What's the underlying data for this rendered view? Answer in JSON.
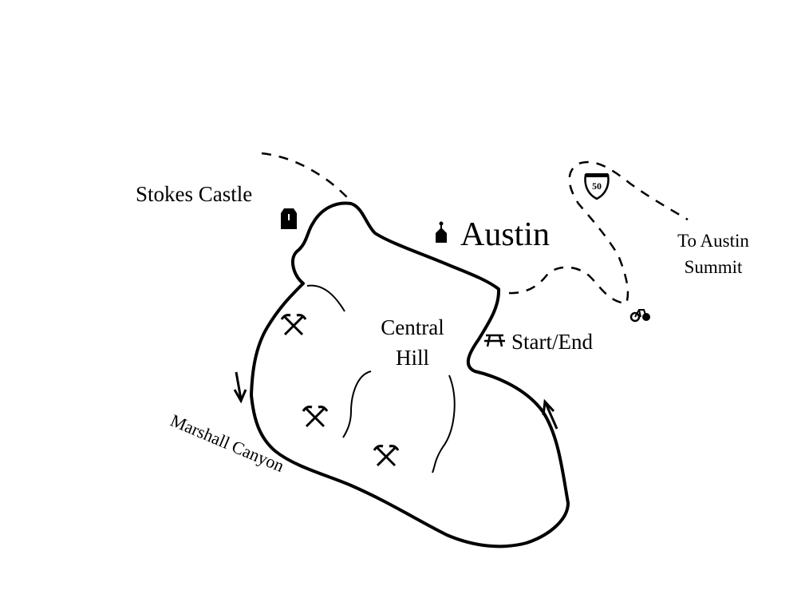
{
  "colors": {
    "ink": "#000000",
    "background": "#ffffff"
  },
  "labels": {
    "stokes_castle": "Stokes Castle",
    "austin": "Austin",
    "central_hill_line1": "Central",
    "central_hill_line2": "Hill",
    "start_end": "Start/End",
    "to_austin_summit_line1": "To Austin",
    "to_austin_summit_line2": "Summit",
    "marshall_canyon": "Marshall Canyon",
    "highway_number": "50"
  },
  "icons": [
    "castle-icon",
    "church-icon",
    "picnic-table-icon",
    "bicycle-icon",
    "highway-shield-icon",
    "mine-icon",
    "direction-arrow-icon"
  ]
}
